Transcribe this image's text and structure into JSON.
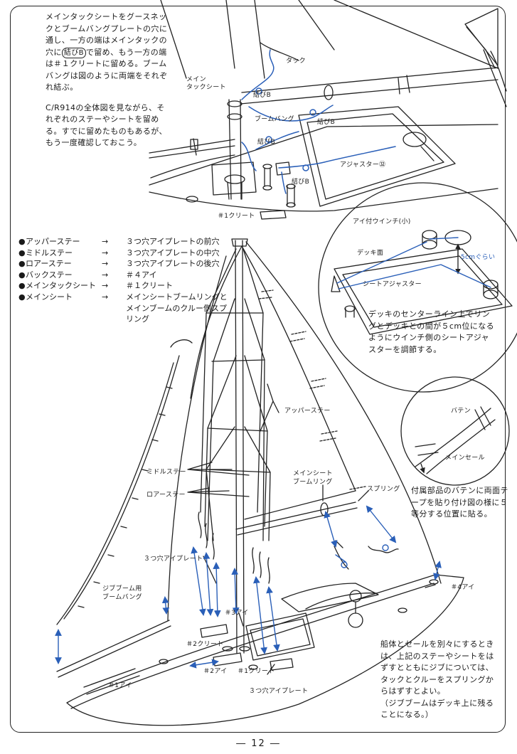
{
  "intro": {
    "para1_a": "メインタックシートをグースネックとブームバングプレートの穴に通し、一方の端はメインタックの穴に",
    "knot_b": "結びB",
    "para1_b": "で留め、もう一方の端は＃１クリートに留める。ブームバングは図のように両端をそれぞれ結ぶ。",
    "para2": "C/R914の全体図を見ながら、それぞれのステーやシートを留める。すでに留めたものもあるが、もう一度確認しておこう。"
  },
  "legend": [
    {
      "name": "アッパーステー",
      "arrow": "→",
      "dest": "３つ穴アイプレートの前穴"
    },
    {
      "name": "ミドルステー",
      "arrow": "→",
      "dest": "３つ穴アイプレートの中穴"
    },
    {
      "name": "ロアーステー",
      "arrow": "→",
      "dest": "３つ穴アイプレートの後穴"
    },
    {
      "name": "バックステー",
      "arrow": "→",
      "dest": "＃４アイ"
    },
    {
      "name": "メインタックシート",
      "arrow": "→",
      "dest": "＃１クリート"
    },
    {
      "name": "メインシート",
      "arrow": "→",
      "dest": "メインシートブームリングとメインブームのクルー側スプリング"
    }
  ],
  "bullet": "●",
  "top_labels": {
    "tack": "タック",
    "main_tack_sheet_1": "メイン",
    "main_tack_sheet_2": "タックシート",
    "knot_b_1": "結びB",
    "boom_vang": "ブームバング",
    "knot_b_2": "結びB",
    "knot_b_3": "結びB",
    "adjuster": "アジャスター㉜",
    "knot_b_4": "結びB",
    "cleat1": "＃1クリート"
  },
  "circle_labels": {
    "winch": "アイ付ウインチ(小)",
    "deck": "デッキ面",
    "sheet_adjuster": "シートアジャスター",
    "five_cm": "5cmぐらい"
  },
  "circle_note": "デッキのセンターライン上でリングとデッキとの間が５cm位になるようにウインチ側のシートアジャスターを調節する。",
  "batten_labels": {
    "batten": "バテン",
    "main_sail": "メインセール"
  },
  "batten_note": "付属部品のバテンに両面テープを貼り付け図の様に５等分する位置に貼る。",
  "main_labels": {
    "upper_stay": "アッパーステー",
    "middle_stay": "ミドルステー",
    "lower_stay": "ロアーステー",
    "boom_ring_1": "メインシート",
    "boom_ring_2": "ブームリング",
    "spring": "スプリング",
    "three_hole": "３つ穴アイプレート",
    "eye4": "＃4アイ",
    "jib_vang_1": "ジブブーム用",
    "jib_vang_2": "ブームバング",
    "eye3": "＃3アイ",
    "cleat2": "＃2クリート",
    "eye2": "＃2アイ",
    "cleat1b": "＃1クリート",
    "eye1": "＃1アイ",
    "three_hole_b": "３つ穴アイプレート"
  },
  "bottom_note": {
    "p1": "船体とセールを別々にするときは、上記のステーやシートをはずすとともにジブについては、タックとクルーをスプリングからはずすとよい。",
    "p2": "（ジブブームはデッキ上に残ることになる。）"
  },
  "page_number": "― 12 ―",
  "colors": {
    "line": "#222222",
    "accent": "#2a5fb8"
  }
}
